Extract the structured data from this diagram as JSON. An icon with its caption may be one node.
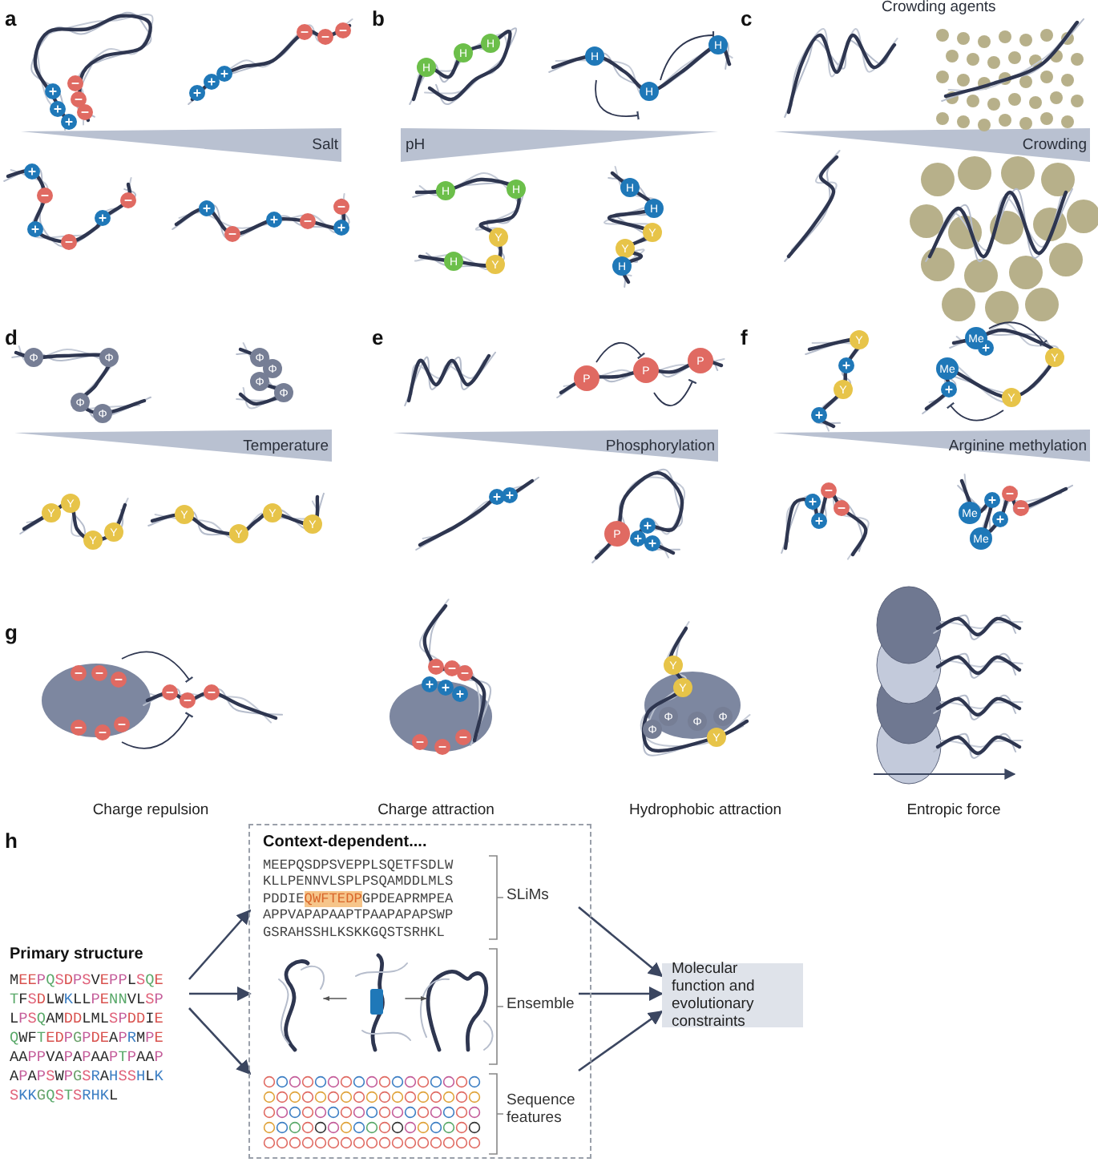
{
  "diagram": {
    "nodes": [
      {
        "text": [
          "Primary structure",
          "MEEPQSDPSVEPPLSQE TFSDLWKLLPENNVLSP LPSQAMDDLMLSPDDIE QWFTEDPGPDEAPRMPE AAPPVAPAPAAPTPAAP APAPSWPGSRAHSSHLK SKKGQSTSRHKL"
        ]
      },
      {
        "text": [
          "Context-dependent...."
        ]
      },
      {
        "text": [
          "MEEPQSDPSVEPPLSQETFSDLW KLLPENNVLSPLPSQAMDDLMLS PDDIE**QWFTEDP**GPDEAPRMPEA APPVAPAPAAPTPAAPAPAPSWP GSRAHSSHLKSKKGQSTSRHKL",
          "SLiMs"
        ],
        "in": 1
      },
      {
        "text": [
          "Ensemble"
        ],
        "in": 1
      },
      {
        "text": [
          "Sequence features"
        ],
        "in": 1
      },
      {
        "text": [
          "Molecular function and evolutionary constraints"
        ]
      }
    ],
    "edges": [
      {
        "from": 0,
        "to": 2,
        "arrow": "to"
      },
      {
        "from": 0,
        "to": 3,
        "arrow": "to"
      },
      {
        "from": 0,
        "to": 4,
        "arrow": "to"
      },
      {
        "from": 2,
        "to": 5,
        "arrow": "to"
      },
      {
        "from": 3,
        "to": 5,
        "arrow": "to"
      },
      {
        "from": 4,
        "to": 5,
        "arrow": "to"
      }
    ],
    "labels": [
      "a",
      "Salt",
      "b",
      "pH",
      "c",
      "Crowding agents",
      "Crowding",
      "d",
      "Temperature",
      "e",
      "Phosphorylation",
      "f",
      "Arginine methylation",
      "g",
      "Charge repulsion",
      "Charge attraction",
      "Hydrophobic attraction",
      "Entropic force",
      "h",
      "H",
      "H",
      "H",
      "H",
      "H",
      "H",
      "H",
      "H",
      "Y",
      "H",
      "Y",
      "H",
      "H",
      "Y",
      "Y",
      "H",
      "Φ",
      "Φ",
      "Φ",
      "Φ",
      "Φ",
      "Φ",
      "Φ",
      "Φ",
      "P",
      "P",
      "P",
      "Y",
      "Y",
      "Me",
      "Me",
      "Y",
      "Y",
      "Y",
      "Y",
      "Y",
      "Y",
      "Y",
      "Y",
      "Y",
      "Y",
      "P",
      "Me",
      "Me",
      "Y",
      "Y",
      "Φ",
      "Φ",
      "Φ",
      "Φ",
      "Y"
    ]
  }
}
